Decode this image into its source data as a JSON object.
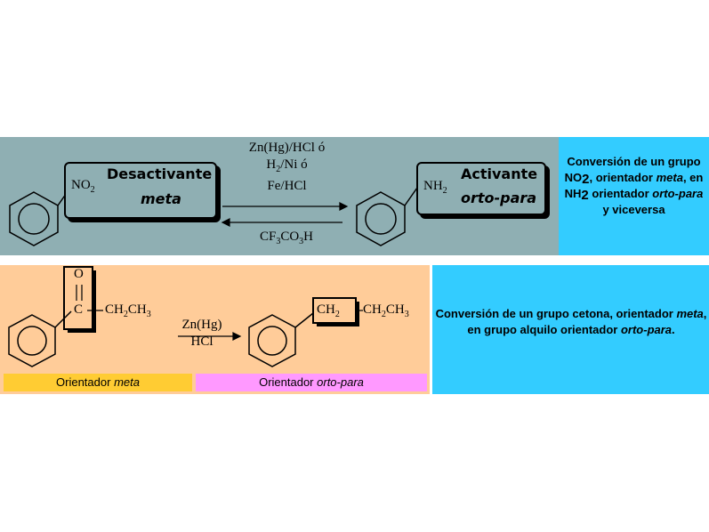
{
  "top": {
    "start_group": "NO2",
    "start_label_line1": "Desactivante",
    "start_label_line2": "meta",
    "reagents_forward": [
      "Zn(Hg)/HCl ó",
      "H2/Ni ó",
      "Fe/HCl"
    ],
    "reagent_backward": "CF3CO3H",
    "end_group": "NH2",
    "end_label_line1": "Activante",
    "end_label_line2": "orto-para",
    "caption_parts": [
      "Conversión de un grupo NO",
      "2",
      ", orientador ",
      "meta",
      ", en NH",
      "2",
      " orientador ",
      "orto-para",
      " y viceversa"
    ]
  },
  "bottom": {
    "ketone_o": "O",
    "ketone_c": "C",
    "ketone_chain": "CH2CH3",
    "reagent_top": "Zn(Hg)",
    "reagent_bottom": "HCl",
    "product_box": "CH2",
    "product_chain": "CH2CH3",
    "label_left_prefix": "Orientador ",
    "label_left_em": "meta",
    "label_right_prefix": "Orientador ",
    "label_right_em": "orto-para",
    "caption_parts": [
      "Conversión de un grupo cetona, orientador ",
      "meta",
      ", en grupo alquilo orientador ",
      "orto-para",
      "."
    ],
    "colors": {
      "label_left": "#ffcc33",
      "label_right": "#ff99ff"
    }
  },
  "colors": {
    "top_panel": "#8fafb3",
    "caption_panel": "#33ccff",
    "bottom_panel": "#ffcc99"
  }
}
